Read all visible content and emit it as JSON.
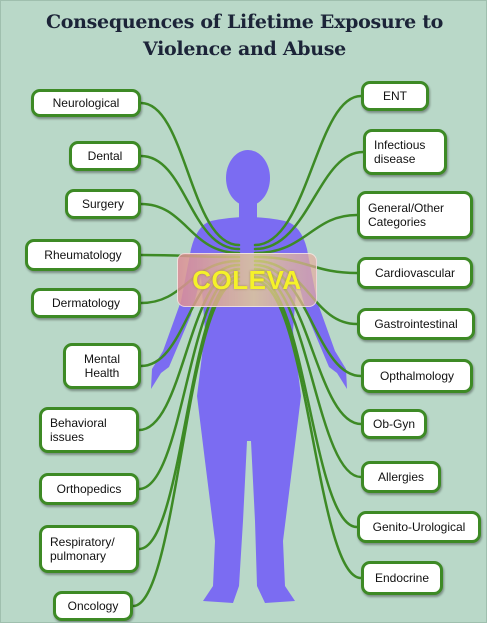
{
  "title": {
    "line1": "Consequences of Lifetime Exposure to",
    "line2": "Violence and Abuse"
  },
  "center_label": "COLEVA",
  "colors": {
    "background": "#b9d8c8",
    "figure": "#7b6cf2",
    "connector": "#3d8a25",
    "center_text": "#f5f22a"
  },
  "left_categories": [
    "Neurological",
    "Dental",
    "Surgery",
    "Rheumatology",
    "Dermatology",
    "Mental\nHealth",
    "Behavioral\nissues",
    "Orthopedics",
    "Respiratory/\npulmonary",
    "Oncology"
  ],
  "right_categories": [
    "ENT",
    "Infectious\ndisease",
    "General/Other\nCategories",
    "Cardiovascular",
    "Gastrointestinal",
    "Opthalmology",
    "Ob-Gyn",
    "Allergies",
    "Genito-Urological",
    "Endocrine"
  ]
}
